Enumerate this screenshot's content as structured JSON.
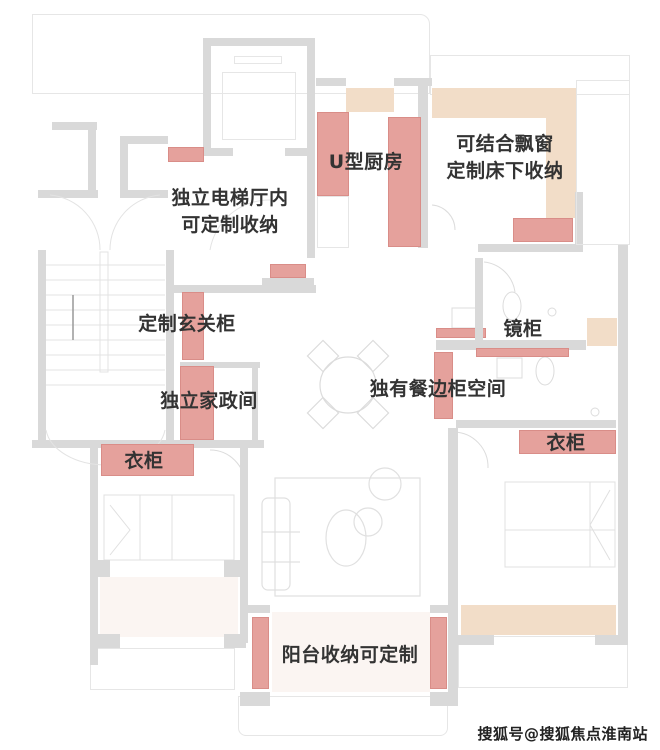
{
  "floorplan": {
    "colors": {
      "wall": "#d9d9d9",
      "storage_highlight": "#e5a19c",
      "window_storage": "#f2ddc8",
      "label_text": "#333333",
      "background": "#ffffff"
    },
    "labels": {
      "elevator_hall": [
        "独立电梯厅内",
        "可定制收纳"
      ],
      "kitchen": "U型厨房",
      "bay_window": [
        "可结合飘窗",
        "定制床下收纳"
      ],
      "entry_cabinet": "定制玄关柜",
      "housekeeping_room": "独立家政间",
      "mirror_cabinet": "镜柜",
      "dining_sideboard": "独有餐边柜空间",
      "wardrobe_left": "衣柜",
      "wardrobe_right": "衣柜",
      "balcony_storage": "阳台收纳可定制"
    },
    "icons": {
      "elevator": "elevator-shaft-icon",
      "stairs": "stairs-icon",
      "dining_table": "dining-table-icon",
      "sofa": "sofa-icon",
      "bed_left": "bed-icon",
      "bed_right": "bed-icon",
      "toilet": "toilet-icon",
      "sink": "sink-icon"
    }
  },
  "watermark": "搜狐号@搜狐焦点淮南站"
}
